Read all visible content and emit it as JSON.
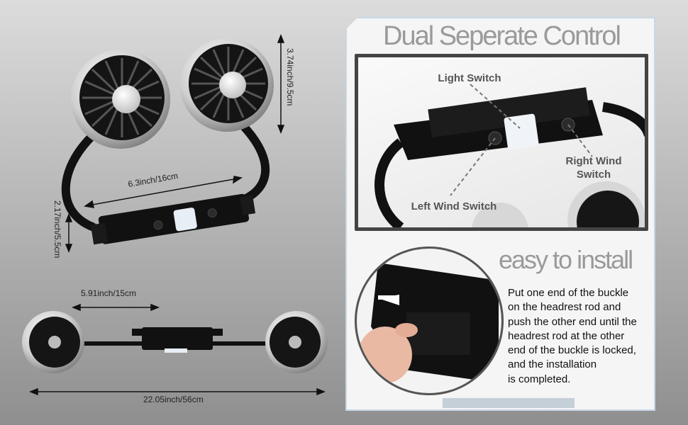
{
  "dimensions": {
    "height": "3.74inch/9.5cm",
    "width": "6.3inch/16cm",
    "depth": "2.17inch/5.5cm",
    "clip_width": "5.91inch/15cm",
    "total_length": "22.05inch/56cm"
  },
  "panel": {
    "title": "Dual Seperate Control",
    "light_switch": "Light Switch",
    "right_wind_line1": "Right Wind",
    "right_wind_line2": "Switch",
    "left_wind": "Left Wind Switch",
    "install_title": "easy to install",
    "install_lines": [
      "Put one end of the buckle",
      "on the headrest rod and",
      "push the other end until the",
      "headrest rod at the other",
      "end of the buckle is locked,",
      "and the installation",
      "is completed."
    ]
  },
  "colors": {
    "accent_frame": "#c8d7e6",
    "title_gray": "#9a9a9a",
    "product_black": "#111111",
    "fan_chrome": "#e5e5e5"
  }
}
